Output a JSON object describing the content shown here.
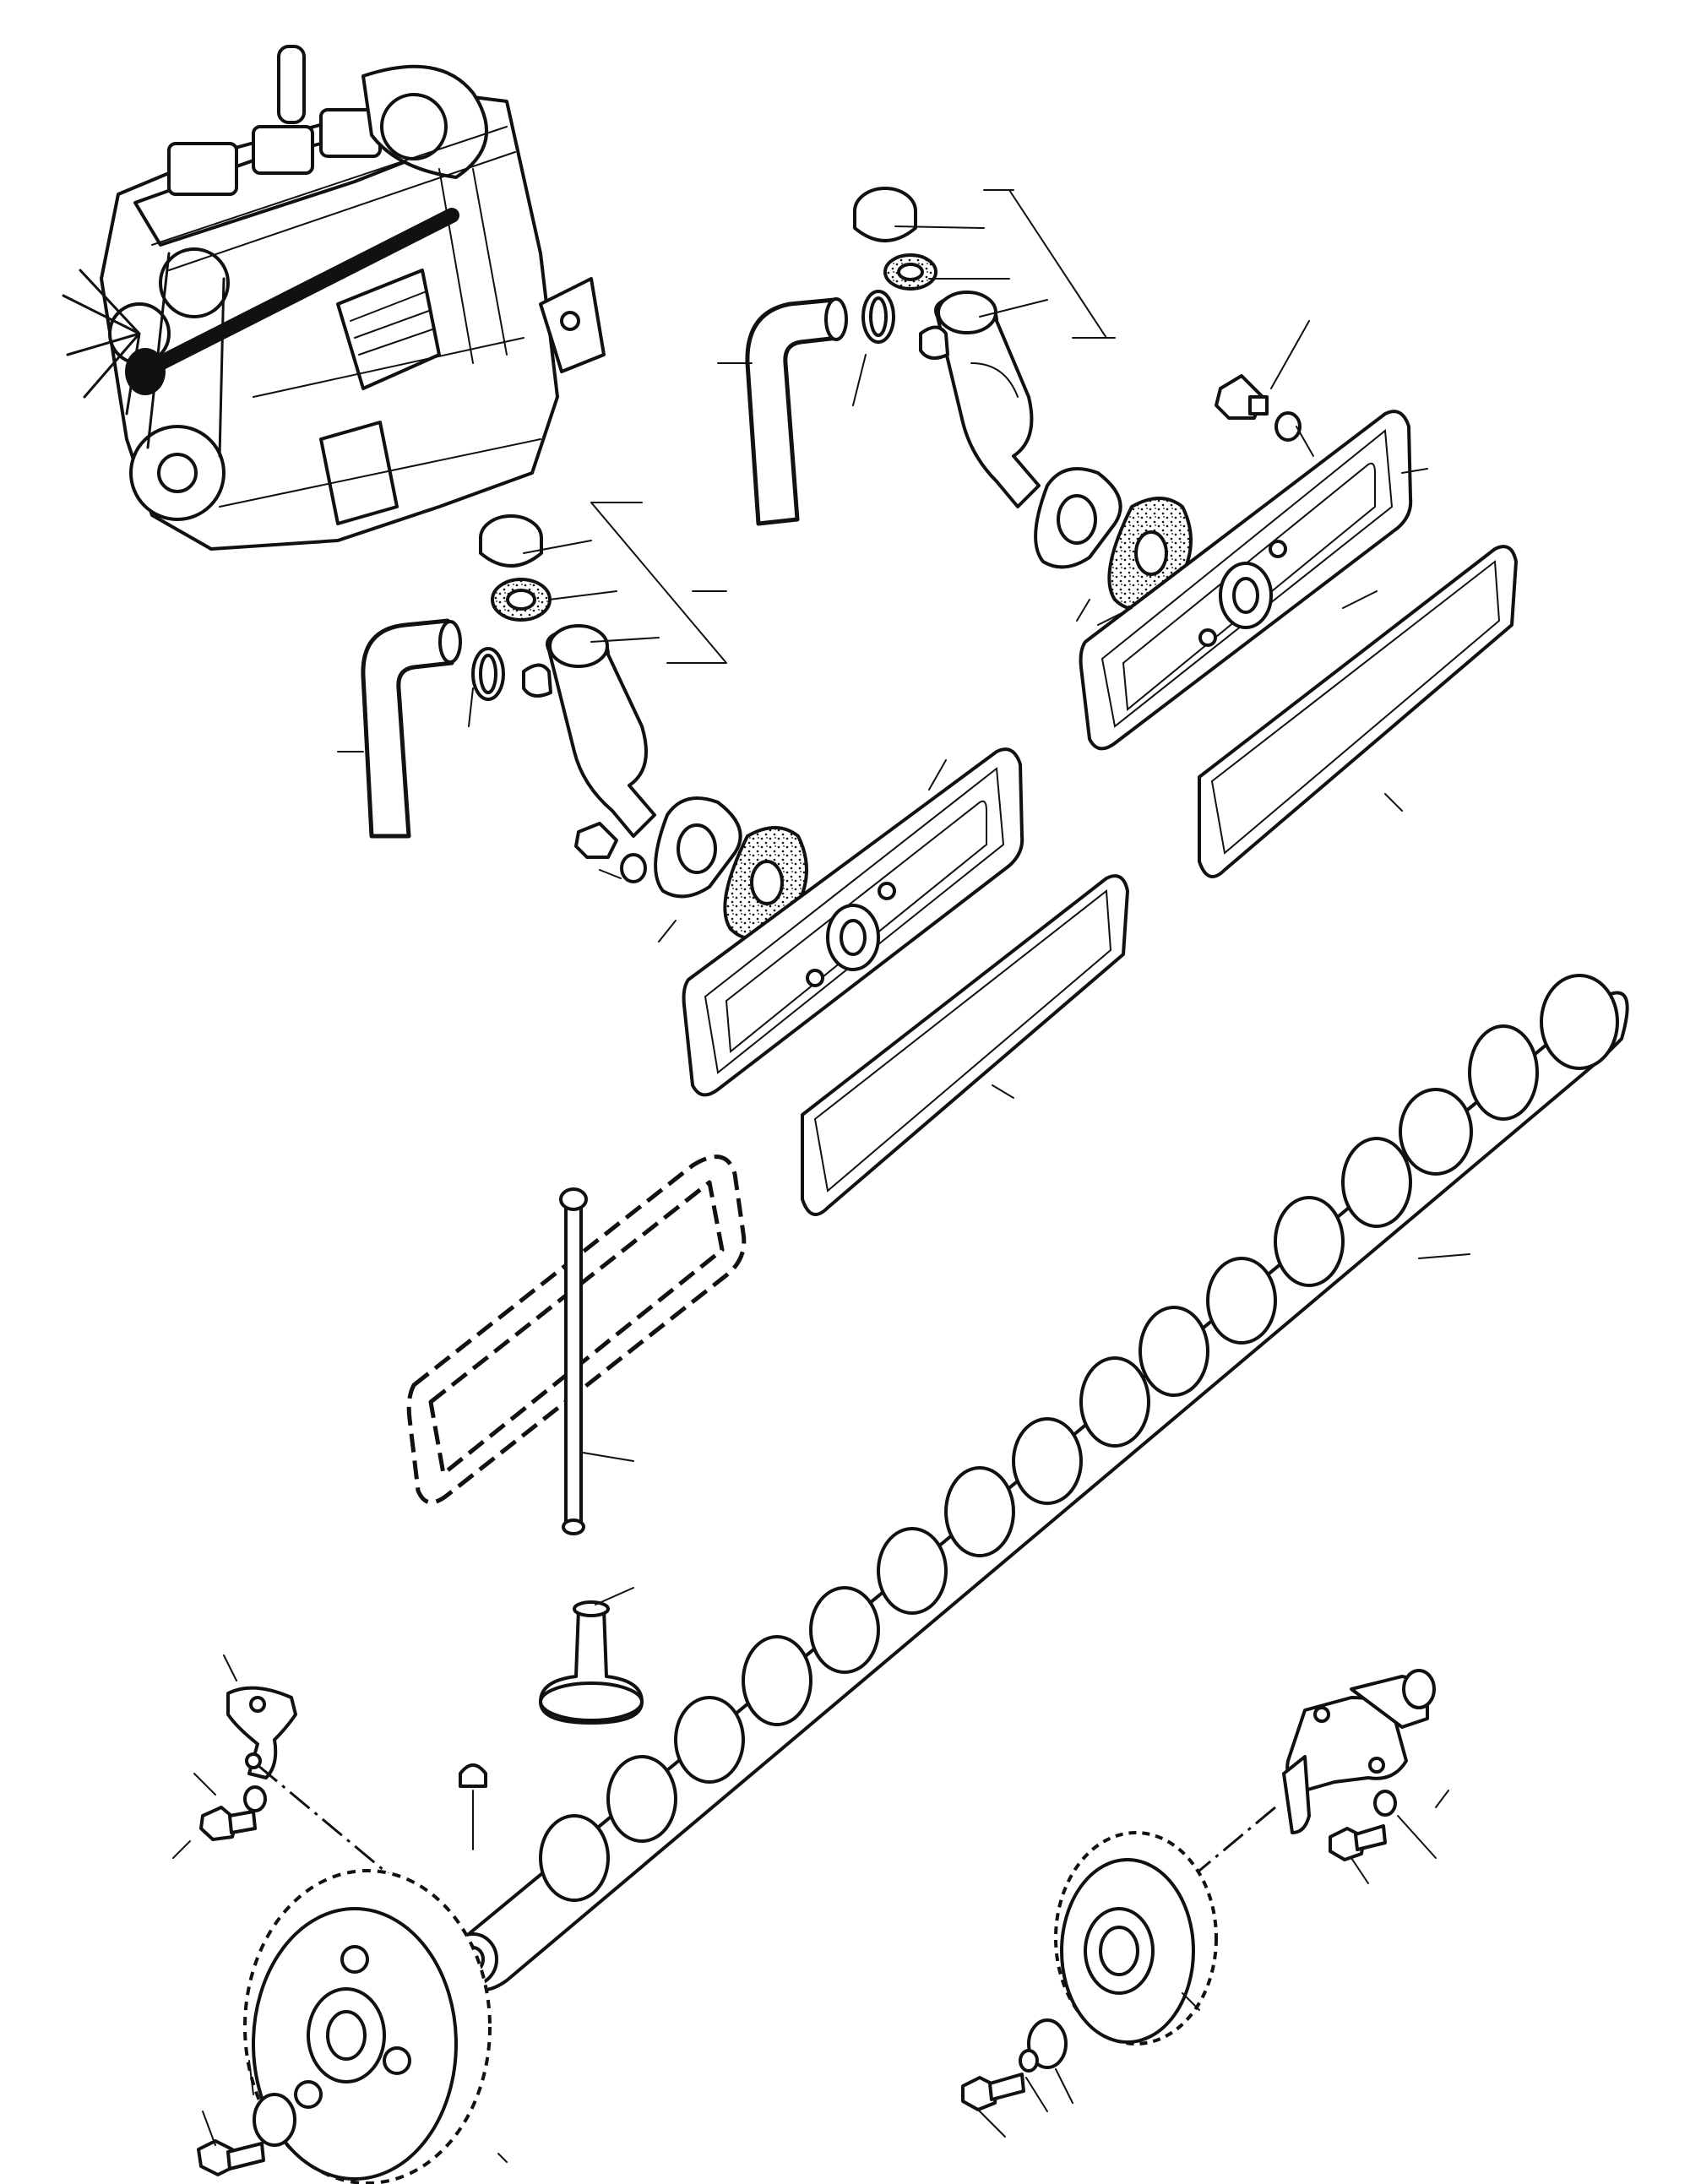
{
  "diagram": {
    "kind": "exploded parts view",
    "assemblies": [
      "engine-overview",
      "upper-tappet-cover-assembly",
      "lower-tappet-cover-assembly",
      "push-rod-and-tappet",
      "camshaft",
      "camshaft-gear",
      "idler-gear-and-shaft"
    ],
    "labels": []
  }
}
